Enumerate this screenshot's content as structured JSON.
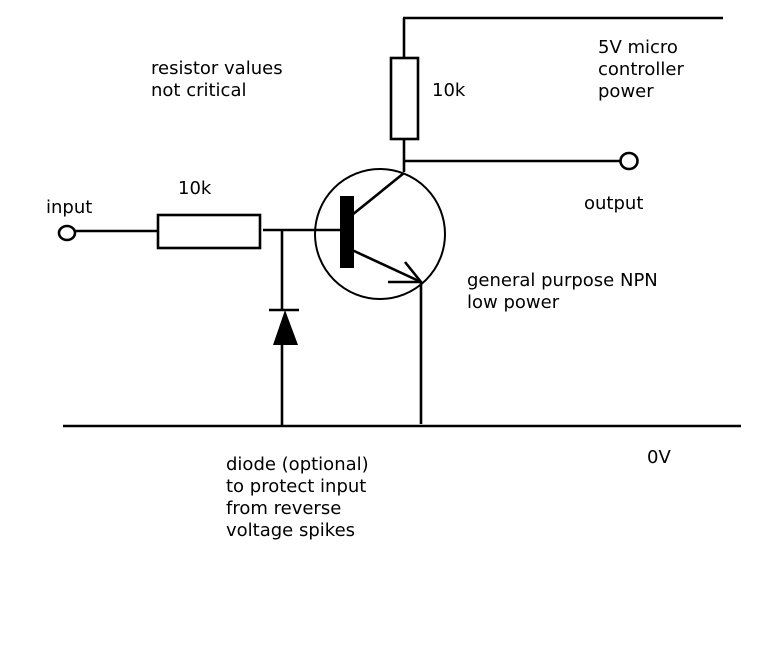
{
  "colors": {
    "stroke": "#000000",
    "background": "#ffffff"
  },
  "labels": {
    "note": "resistor values\nnot critical",
    "input": "input",
    "r_base_value": "10k",
    "r_collector_value": "10k",
    "power": "5V micro\ncontroller\npower",
    "output": "output",
    "transistor": "general purpose NPN\nlow power",
    "diode": "diode (optional)\nto protect input\nfrom reverse\nvoltage spikes",
    "ground": "0V"
  }
}
